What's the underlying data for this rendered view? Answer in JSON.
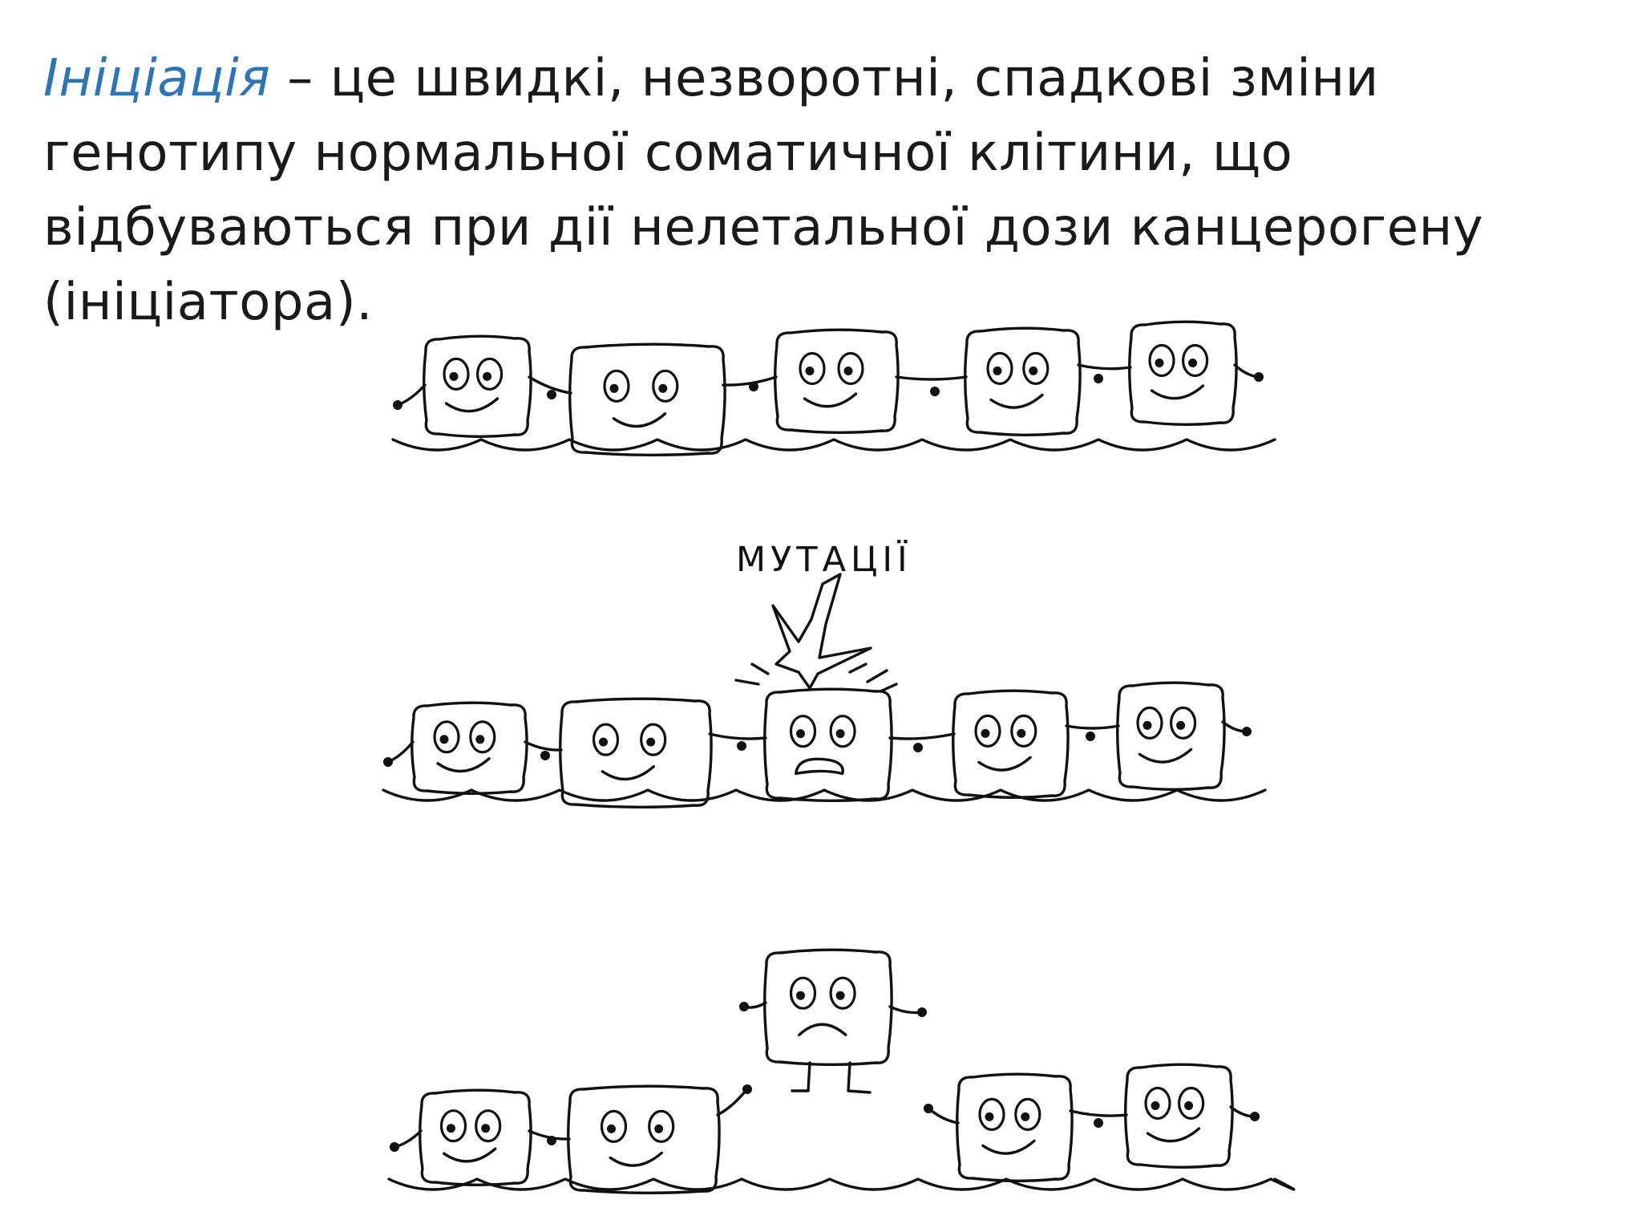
{
  "slide": {
    "term": "Ініціація",
    "definition_rest": " – це швидкі, незворотні, спадкові зміни генотипу нормальної соматичної клітини, що відбуваються при дії нелетальної дози канцерогену (ініціатора)."
  },
  "illustration": {
    "label": "МУТАЦІЇ"
  }
}
